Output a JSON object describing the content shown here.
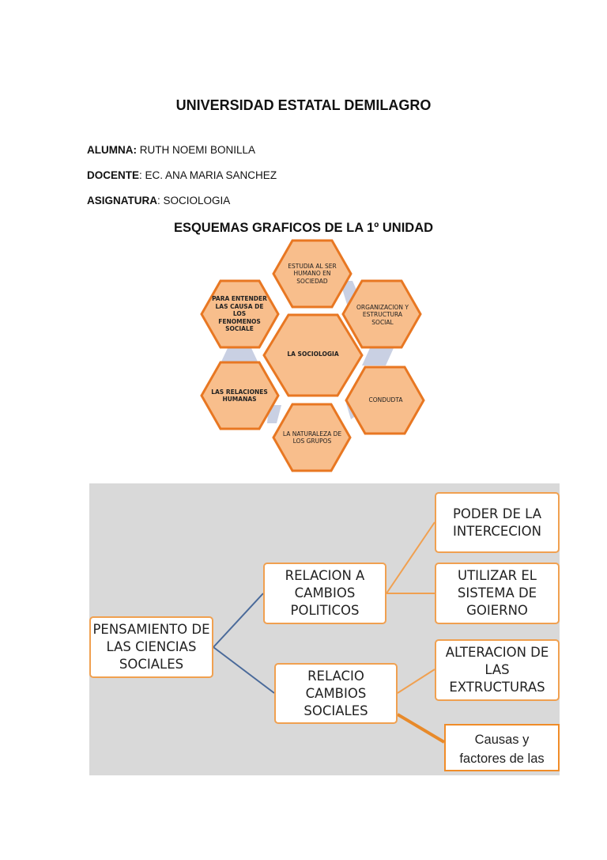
{
  "header": {
    "title": "UNIVERSIDAD ESTATAL DEMILAGRO",
    "alumna_label": "ALUMNA:",
    "alumna_value": " RUTH NOEMI BONILLA",
    "docente_label": "DOCENTE",
    "docente_value": ": EC. ANA MARIA SANCHEZ",
    "asignatura_label": "ASIGNATURA",
    "asignatura_value": ": SOCIOLOGIA",
    "subtitle": "ESQUEMAS GRAFICOS DE LA 1º UNIDAD"
  },
  "hex_diagram": {
    "center": "LA SOCIOLOGIA",
    "top": "ESTUDIA AL SER HUMANO EN SOCIEDAD",
    "top_right": "ORGANIZACION Y ESTRUCTURA SOCIAL",
    "right": "CONDUDTA",
    "bottom": "LA NATURALEZA DE LOS GRUPOS",
    "bottom_left": "LAS RELACIONES HUMANAS",
    "top_left": "PARA ENTENDER LAS CAUSA DE LOS FENOMENOS SOCIALE"
  },
  "tree_diagram": {
    "root": "PENSAMIENTO DE LAS CIENCIAS SOCIALES",
    "branch1": "RELACION A CAMBIOS POLITICOS",
    "branch2": "RELACIO CAMBIOS SOCIALES",
    "leaf1": "PODER DE LA INTERCECION",
    "leaf2": "UTILIZAR EL SISTEMA DE GOIERNO",
    "leaf3": "ALTERACION DE LAS EXTRUCTURAS",
    "leaf4": "Causas y factores de las"
  },
  "colors": {
    "hex_fill": "#f8be8c",
    "hex_border": "#e87722",
    "connector": "#c9d0e3",
    "panel": "#d9d9d9",
    "line_blue": "#4a6a9a",
    "line_orange": "#f0a050"
  }
}
